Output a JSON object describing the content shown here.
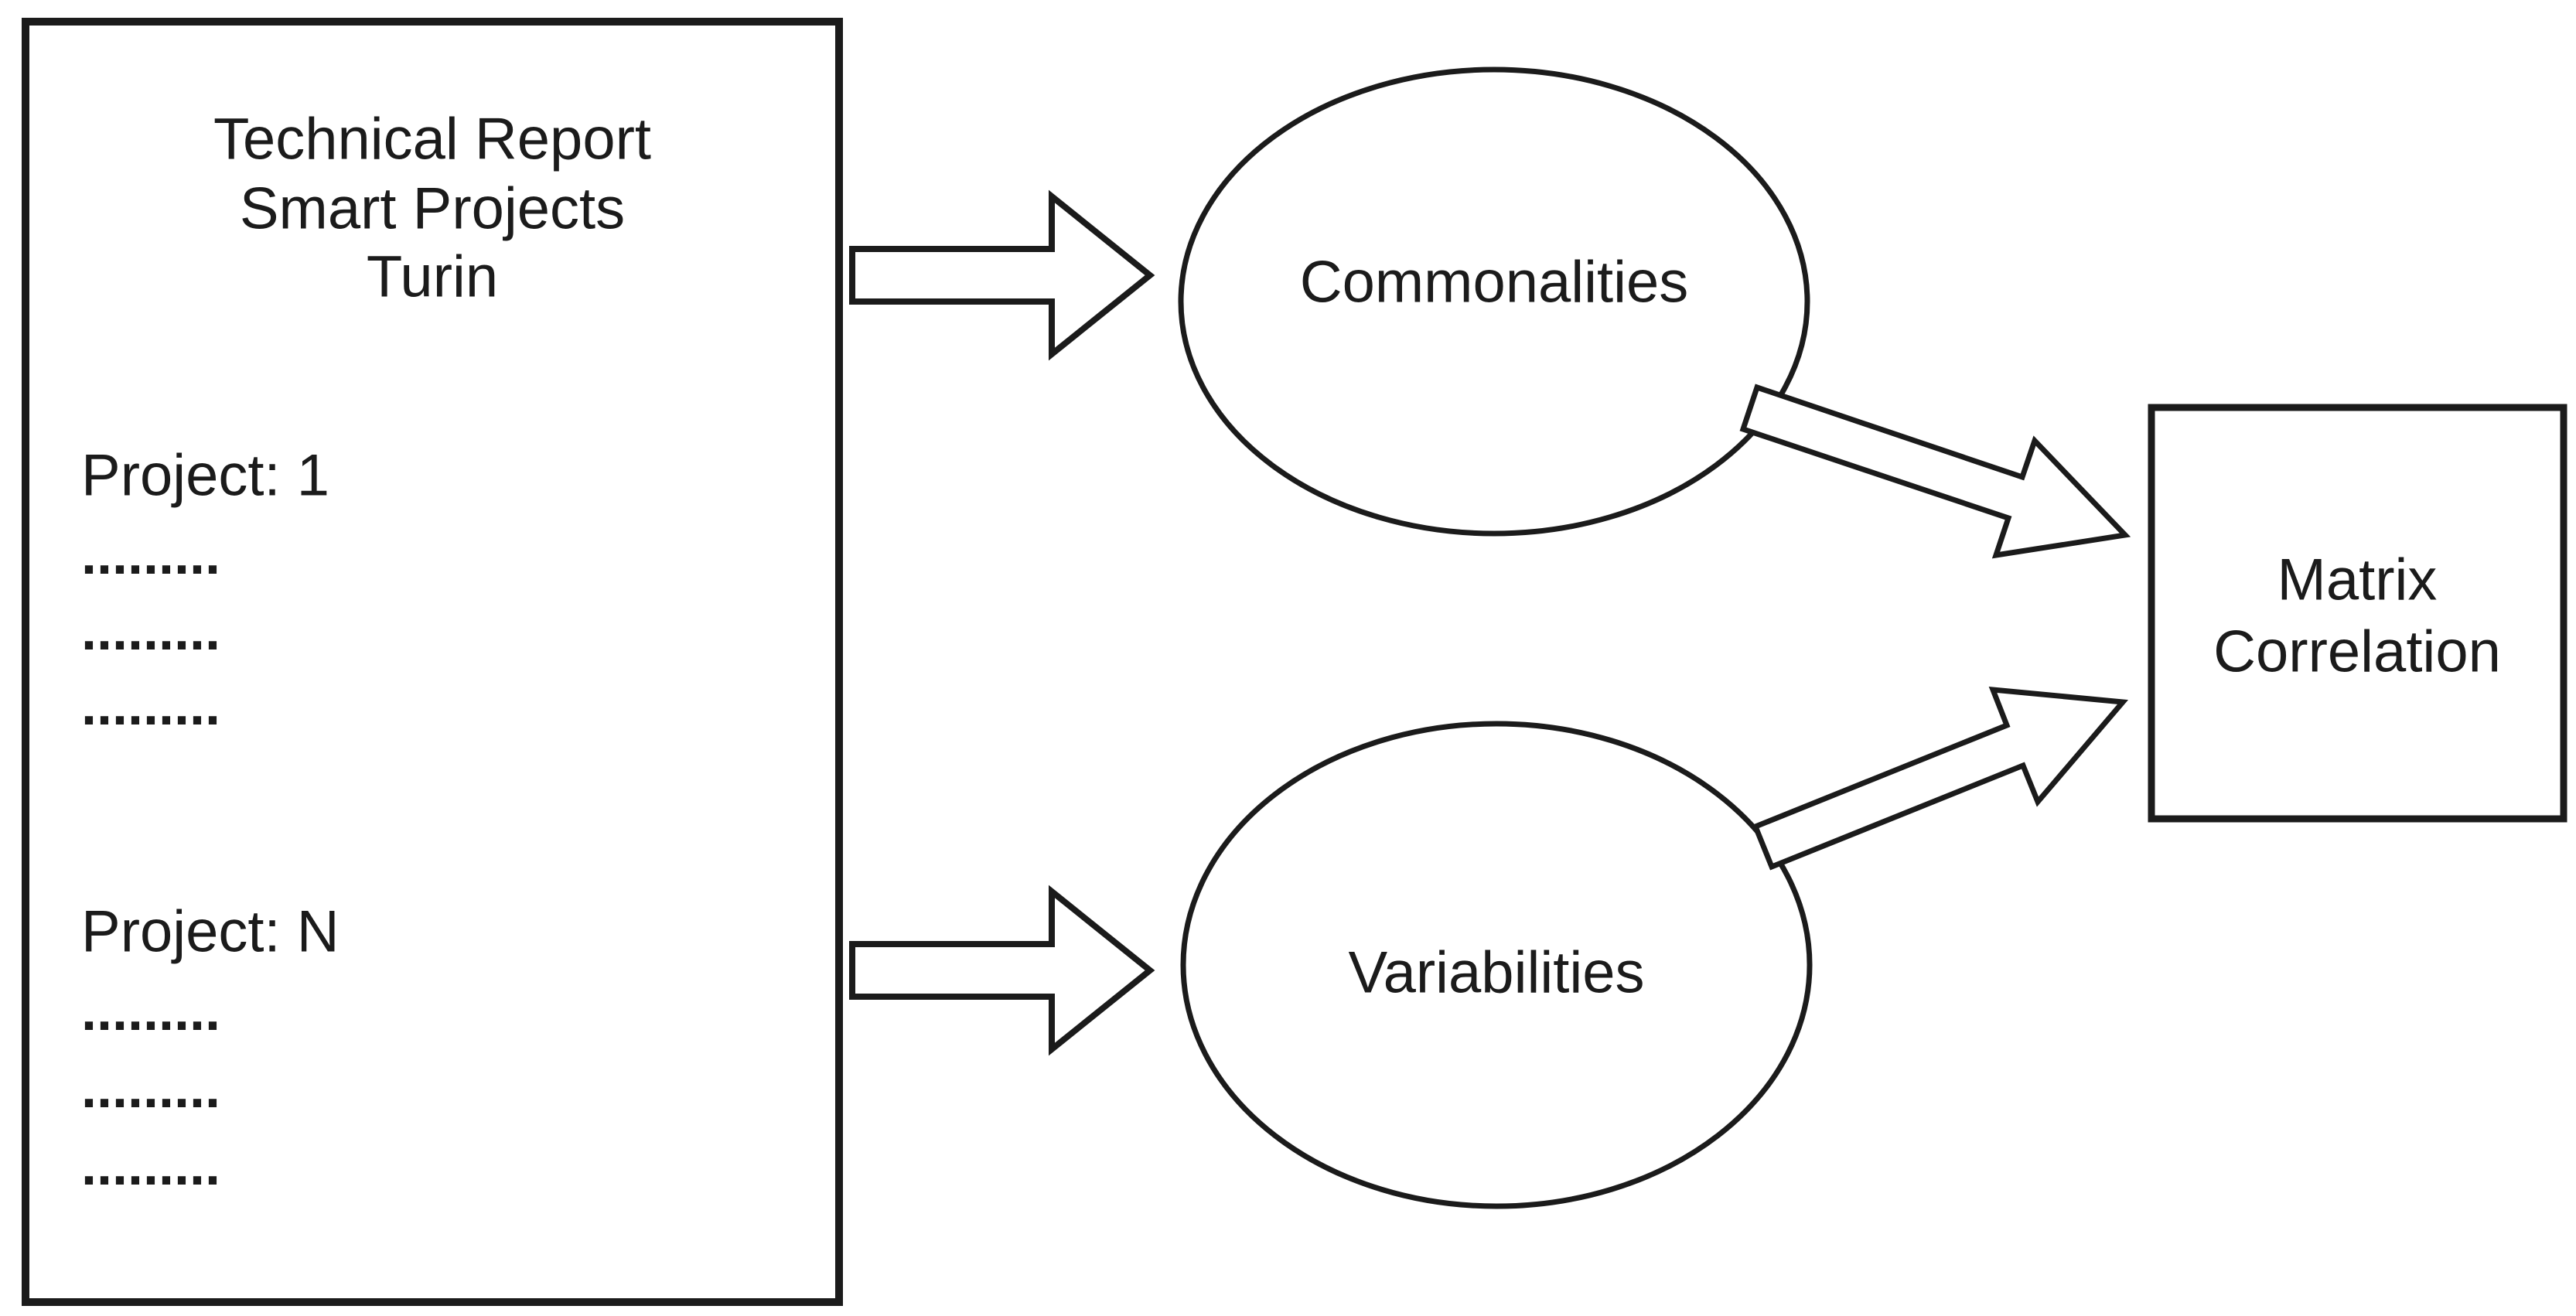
{
  "report_box": {
    "title_lines": [
      "Technical Report",
      "Smart Projects",
      "Turin"
    ],
    "sections": [
      {
        "label": "Project: 1",
        "dot_rows": [
          ".........",
          ".........",
          "........."
        ]
      },
      {
        "label": "Project: N",
        "dot_rows": [
          ".........",
          ".........",
          "........."
        ]
      }
    ]
  },
  "nodes": {
    "commonalities": {
      "label": "Commonalities"
    },
    "variabilities": {
      "label": "Variabilities"
    },
    "matrix": {
      "label_lines": [
        "Matrix",
        "Correlation"
      ]
    }
  },
  "connections": [
    {
      "from": "report_box",
      "to": "commonalities",
      "style": "block-arrow"
    },
    {
      "from": "report_box",
      "to": "variabilities",
      "style": "block-arrow"
    },
    {
      "from": "commonalities",
      "to": "matrix",
      "style": "outline-arrow"
    },
    {
      "from": "variabilities",
      "to": "matrix",
      "style": "outline-arrow"
    }
  ],
  "colors": {
    "ink": "#1b1b1b",
    "background": "#ffffff"
  }
}
